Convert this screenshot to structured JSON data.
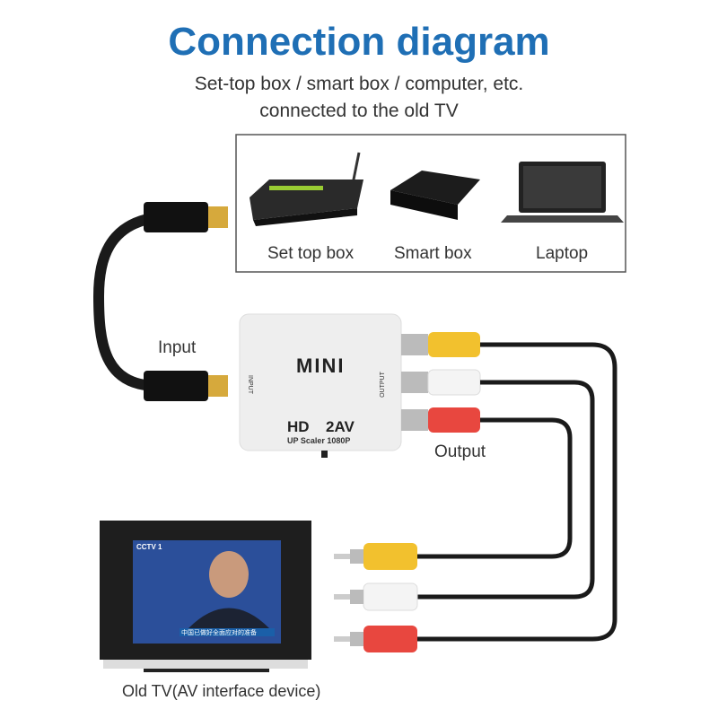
{
  "title": "Connection diagram",
  "subtitle_line1": "Set-top box / smart box / computer, etc.",
  "subtitle_line2": "connected to the old TV",
  "sources": [
    {
      "label": "Set top box"
    },
    {
      "label": "Smart box"
    },
    {
      "label": "Laptop"
    }
  ],
  "input_label": "Input",
  "output_label": "Output",
  "tv_label": "Old TV(AV interface device)",
  "device": {
    "brand": "MINI",
    "model_left": "HD",
    "model_right": "2AV",
    "caption": "UP Scaler 1080P",
    "input_side": "INPUT",
    "output_side": "OUTPUT"
  },
  "tv_screen": {
    "channel": "CCTV 1",
    "ticker": "中国已做好全面应对的准备"
  },
  "colors": {
    "title": "#1f6fb5",
    "rca_yellow": "#f2c12e",
    "rca_white": "#f2f2f2",
    "rca_red": "#e8473f",
    "cable": "#1a1a1a"
  }
}
